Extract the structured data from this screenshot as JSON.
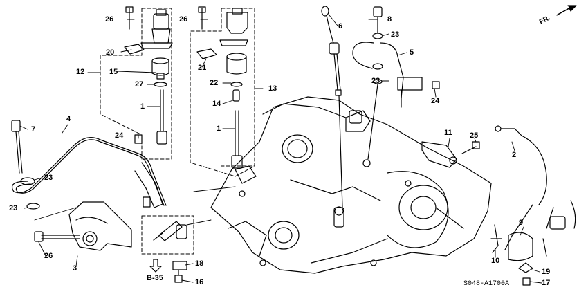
{
  "diagram": {
    "callouts": {
      "c1a": "1",
      "c1b": "1",
      "c2": "2",
      "c3": "3",
      "c4": "4",
      "c5": "5",
      "c6": "6",
      "c7": "7",
      "c8": "8",
      "c9": "9",
      "c10": "10",
      "c11": "11",
      "c12": "12",
      "c13": "13",
      "c14": "14",
      "c15": "15",
      "c16": "16",
      "c17": "17",
      "c18": "18",
      "c19": "19",
      "c20": "20",
      "c21": "21",
      "c22": "22",
      "c23a": "23",
      "c23b": "23",
      "c23c": "23",
      "c23d": "23",
      "c24a": "24",
      "c24b": "24",
      "c25": "25",
      "c26a": "26",
      "c26b": "26",
      "c26c": "26",
      "c27": "27"
    },
    "reference": "B-35",
    "front_marker": "FR.",
    "diagram_code": "S048-A1700A"
  }
}
